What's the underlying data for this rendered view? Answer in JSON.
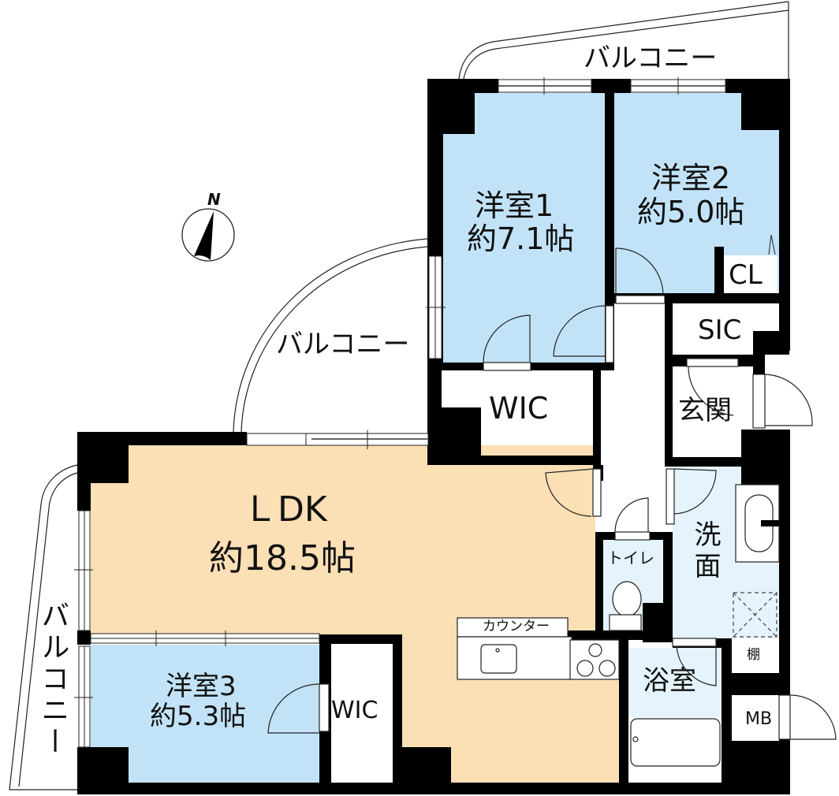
{
  "floor_plan": {
    "compass": {
      "label": "N",
      "icon": "north-arrow-icon"
    },
    "balconies": [
      {
        "id": "balcony-top",
        "label": "バルコニー"
      },
      {
        "id": "balcony-middle",
        "label": "バルコニー"
      },
      {
        "id": "balcony-left",
        "label": "バルコニー"
      }
    ],
    "rooms": {
      "western1": {
        "name": "洋室1",
        "size": "約7.1帖"
      },
      "western2": {
        "name": "洋室2",
        "size": "約5.0帖"
      },
      "western3": {
        "name": "洋室3",
        "size": "約5.3帖"
      },
      "ldk": {
        "name": "ＬDK",
        "size": "約18.5帖"
      },
      "cl": {
        "name": "CL"
      },
      "sic": {
        "name": "SIC"
      },
      "wic_top": {
        "name": "WIC"
      },
      "wic_bottom": {
        "name": "WIC"
      },
      "entrance": {
        "name": "玄関"
      },
      "toilet": {
        "name": "トイレ"
      },
      "washroom": {
        "name": "洗面"
      },
      "bathroom": {
        "name": "浴室"
      },
      "shelf": {
        "name": "棚"
      },
      "mb": {
        "name": "MB"
      },
      "counter": {
        "name": "カウンター"
      }
    },
    "colors": {
      "bedroom_fill": "#c2e3f7",
      "wet_area_fill": "#e4f3fc",
      "ldk_fill": "#fbdfb5",
      "wall": "#000000"
    }
  }
}
